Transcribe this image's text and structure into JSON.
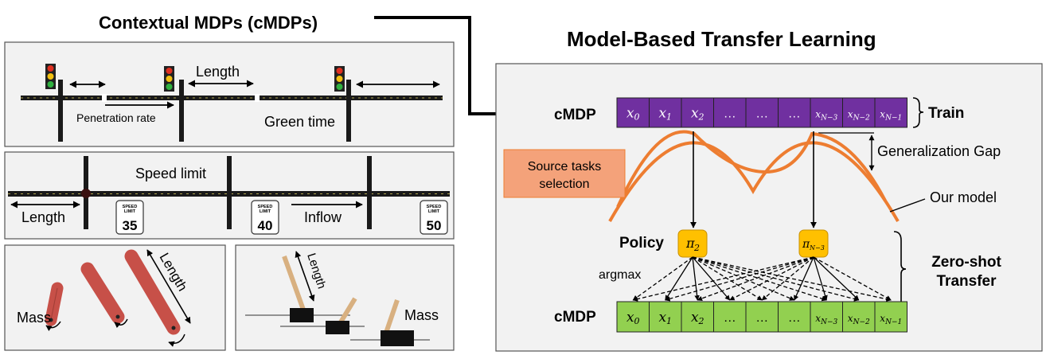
{
  "left_title": "Contextual MDPs (cMDPs)",
  "right_title": "Model-Based Transfer Learning",
  "traffic_panel": {
    "length_label": "Length",
    "penetration_label": "Penetration rate",
    "green_label": "Green time"
  },
  "speed_panel": {
    "speed_label": "Speed limit",
    "length_label": "Length",
    "inflow_label": "Inflow",
    "sign_text_1": "SPEED",
    "sign_text_2": "LIMIT",
    "signs": [
      "35",
      "40",
      "50"
    ]
  },
  "pendulum_panel": {
    "mass_label": "Mass",
    "length_label": "Length"
  },
  "cartpole_panel": {
    "mass_label": "Mass",
    "length_label": "Length"
  },
  "mbtl": {
    "cmdp_top_label": "cMDP",
    "cmdp_bottom_label": "cMDP",
    "train_label": "Train",
    "gap_label": "Generalization Gap",
    "source_tasks_label_1": "Source tasks",
    "source_tasks_label_2": "selection",
    "our_model_label": "Our model",
    "policy_label": "Policy",
    "argmax_label": "argmax",
    "zero_shot_label_1": "Zero-shot",
    "zero_shot_label_2": "Transfer",
    "policy_nodes": [
      "π2",
      "πN−3"
    ],
    "cells": [
      {
        "base": "x",
        "sub": "0"
      },
      {
        "base": "x",
        "sub": "1"
      },
      {
        "base": "x",
        "sub": "2"
      },
      {
        "base": "…",
        "sub": ""
      },
      {
        "base": "…",
        "sub": ""
      },
      {
        "base": "…",
        "sub": ""
      },
      {
        "base": "x",
        "sub": "N−3"
      },
      {
        "base": "x",
        "sub": "N−2"
      },
      {
        "base": "x",
        "sub": "N−1"
      }
    ],
    "colors": {
      "purple": "#7030a0",
      "green": "#92d050",
      "orange": "#ed7d31",
      "orange_fill": "#f4a27a",
      "yellow": "#ffc000",
      "panel_bg": "#f2f2f2"
    }
  }
}
